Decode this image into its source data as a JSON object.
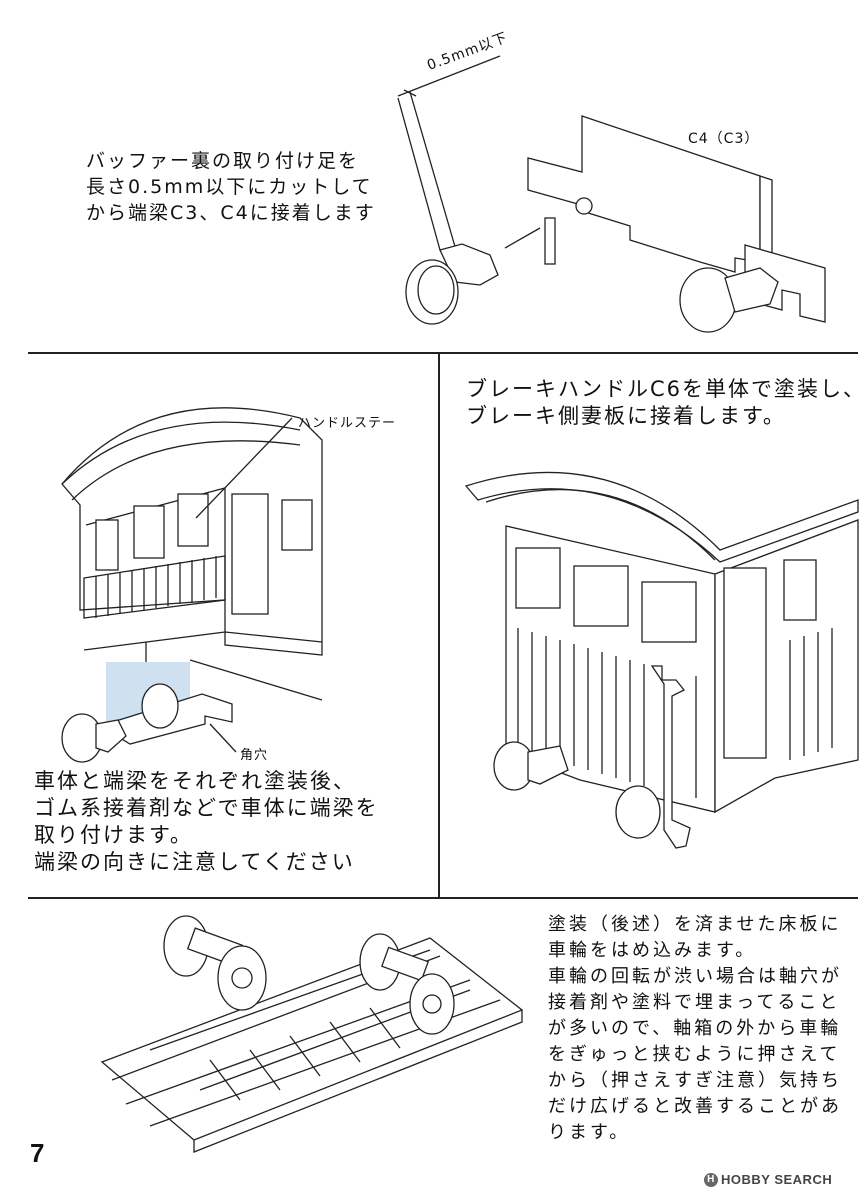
{
  "panel_buffer": {
    "instruction": "バッファー裏の取り付け足を\n長さ0.5mm以下にカットして\nから端梁C3、C4に接着します",
    "dimension_label": "0.5mm以下",
    "part_label": "C4（C3）"
  },
  "panel_end_beam": {
    "callout_handle_stay": "ハンドルステー",
    "callout_square_hole": "角穴",
    "instruction": "車体と端梁をそれぞれ塗装後、\nゴム系接着剤などで車体に端梁を\n取り付けます。\n端梁の向きに注意してください"
  },
  "panel_brake": {
    "instruction": "ブレーキハンドルC6を単体で塗装し、\nブレーキ側妻板に接着します。"
  },
  "panel_wheels": {
    "instruction": "塗装（後述）を済ませた床板に\n車輪をはめ込みます。\n車輪の回転が渋い場合は軸穴が\n接着剤や塗料で埋まってること\nが多いので、軸箱の外から車輪\nをぎゅっと挟むように押さえて\nから（押さえすぎ注意）気持ち\nだけ広げると改善することがあ\nります。"
  },
  "page_number": "7",
  "watermark": {
    "icon": "H",
    "text": "HOBBY SEARCH"
  },
  "colors": {
    "line": "#222222",
    "highlight": "#cfe0f0"
  }
}
